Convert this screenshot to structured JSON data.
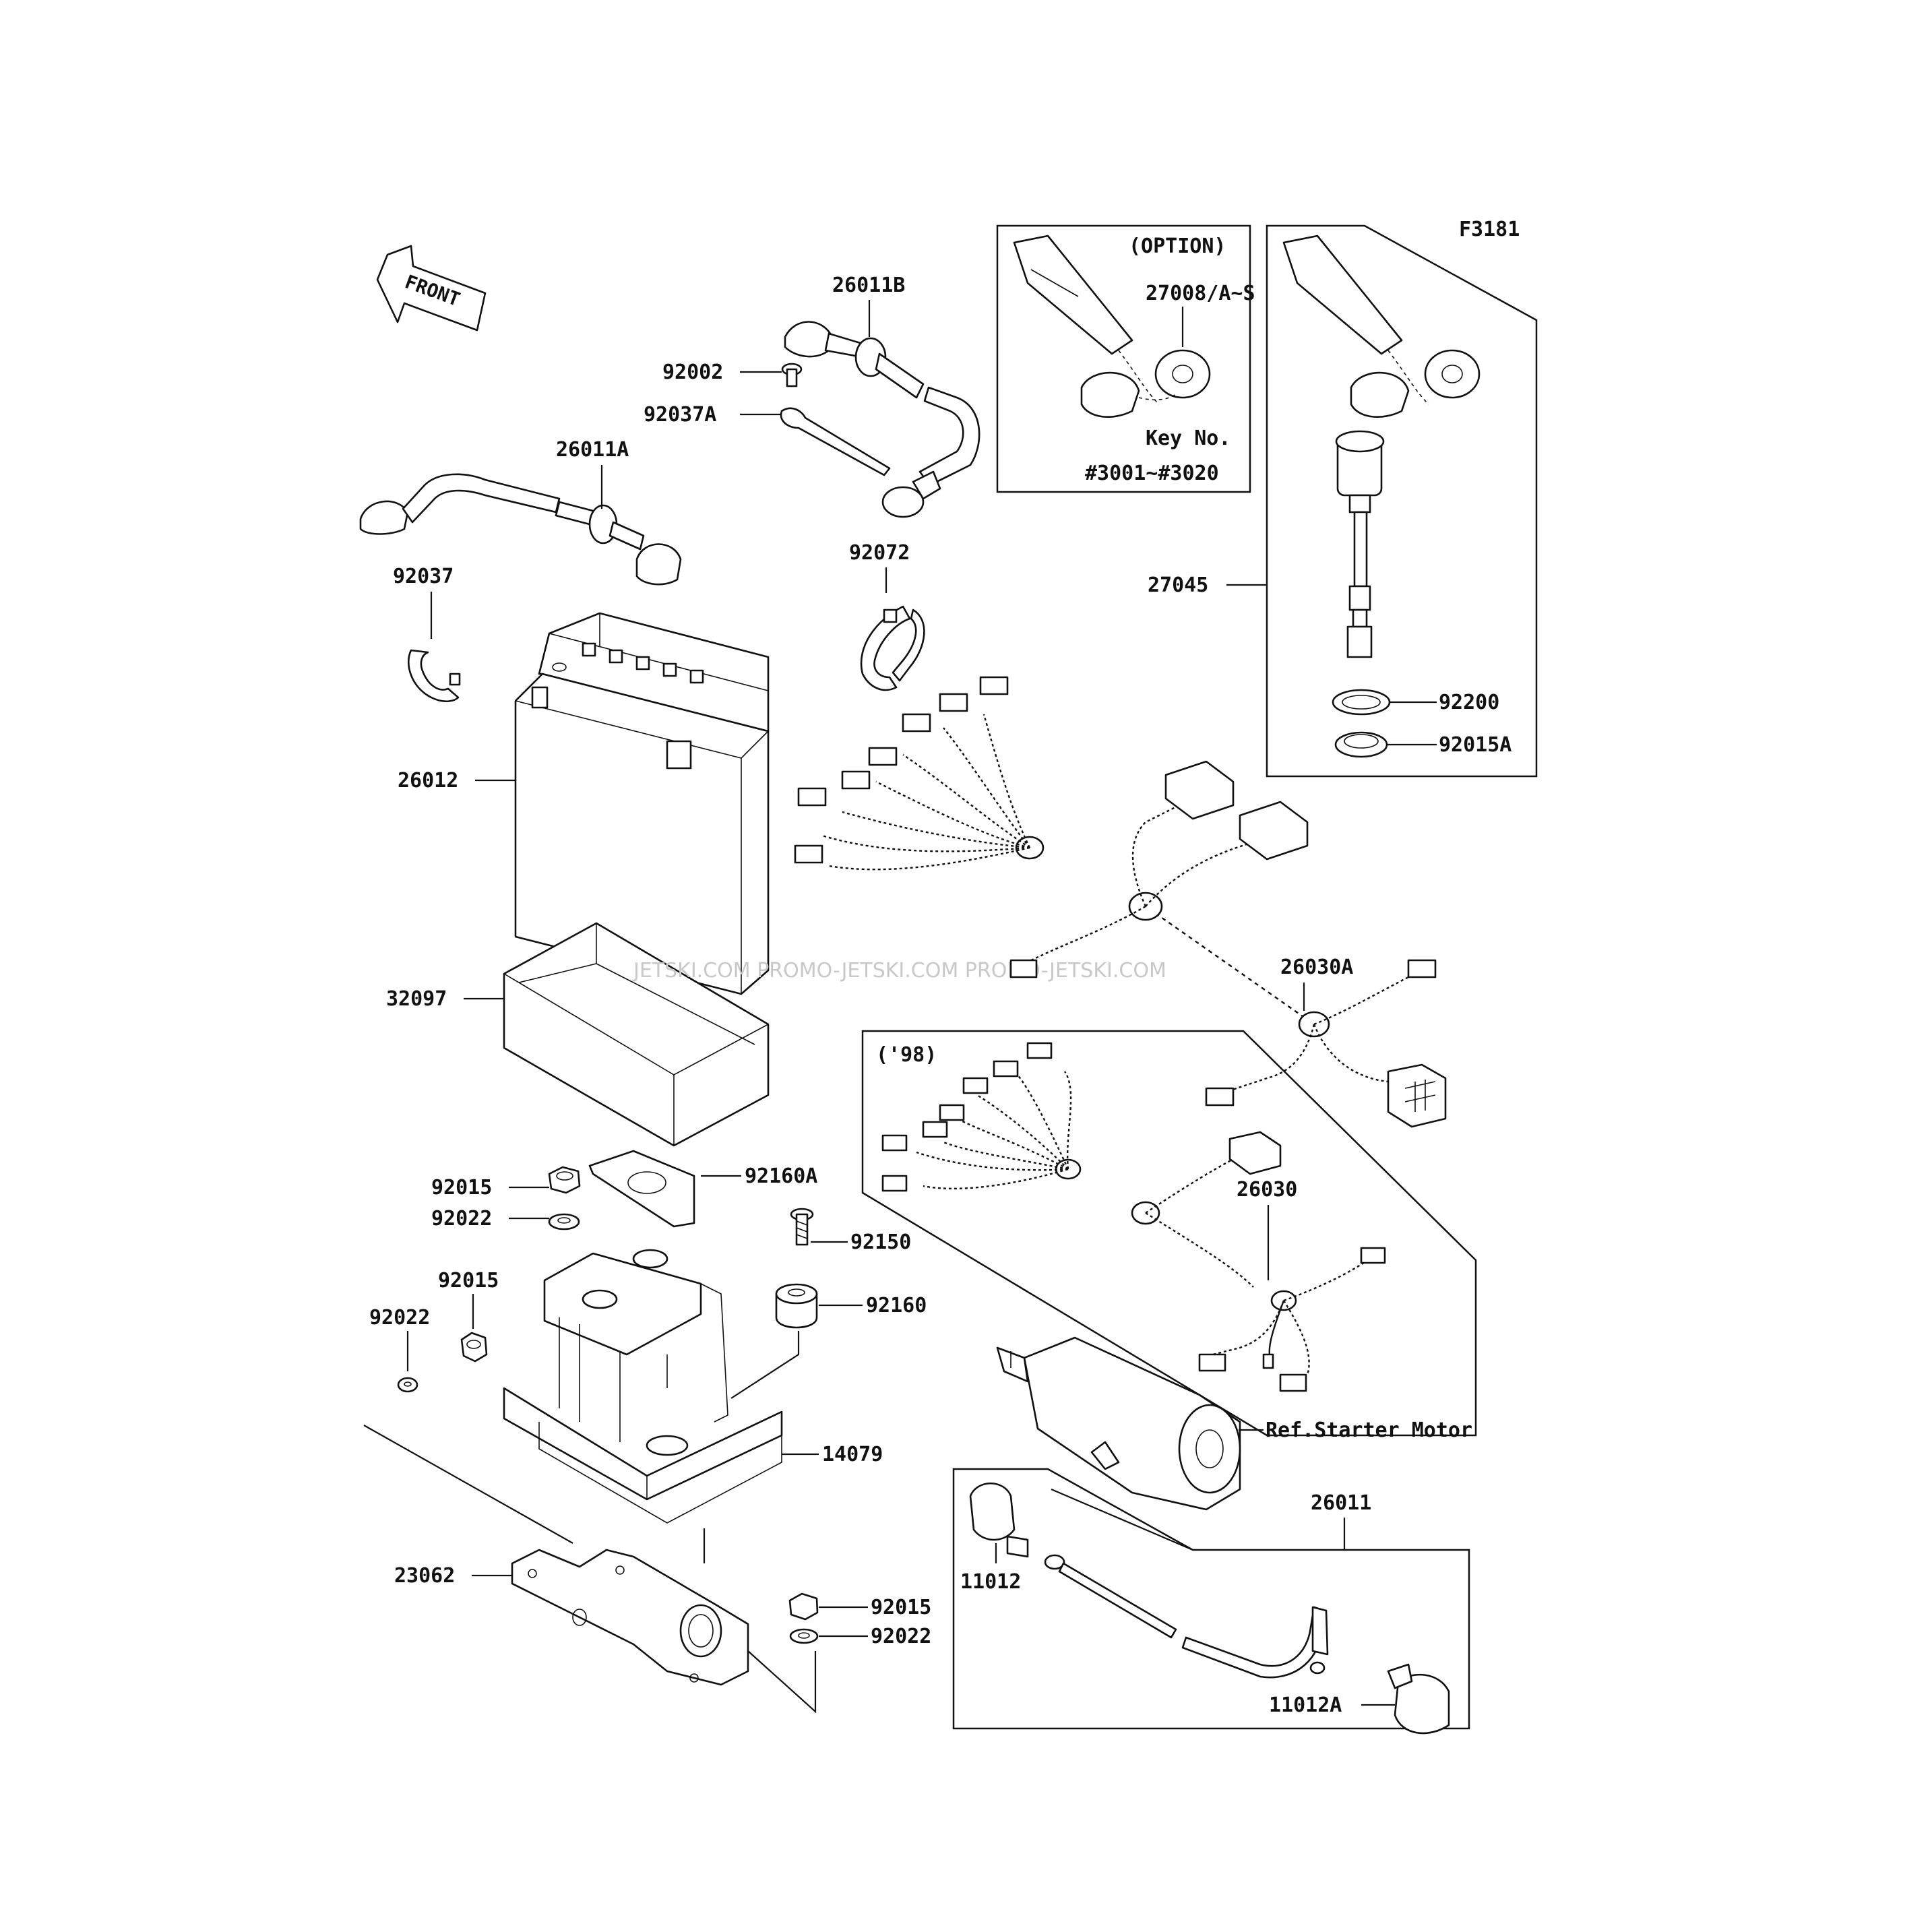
{
  "figure_code": "F3181",
  "front_marker": "FRONT",
  "option_box": {
    "title": "(OPTION)",
    "key_label": "Key No.",
    "key_range": "#3001~#3020"
  },
  "model_year_box": {
    "title": "('98)"
  },
  "watermark": "JETSKI.COM   PROMO-JETSKI.COM   PROMO-JETSKI.COM",
  "labels": {
    "l26011B": "26011B",
    "l92002": "92002",
    "l92037A": "92037A",
    "l26011A": "26011A",
    "l27008": "27008/A~S",
    "l27045": "27045",
    "l92200": "92200",
    "l92015A": "92015A",
    "l92037": "92037",
    "l92072": "92072",
    "l26012": "26012",
    "l32097": "32097",
    "l26030A": "26030A",
    "l26030": "26030",
    "l92015a": "92015",
    "l92160A": "92160A",
    "l92022a": "92022",
    "l92150": "92150",
    "l92015b": "92015",
    "l92160": "92160",
    "l92022b": "92022",
    "l14079": "14079",
    "l23062": "23062",
    "l92015c": "92015",
    "l92022c": "92022",
    "lStarter": "Ref.Starter Motor",
    "l26011": "26011",
    "l11012": "11012",
    "l11012A": "11012A"
  },
  "icons": [
    "front-arrow-icon",
    "key-fob-icon",
    "battery-icon",
    "wire-harness-icon",
    "starter-motor-icon"
  ]
}
